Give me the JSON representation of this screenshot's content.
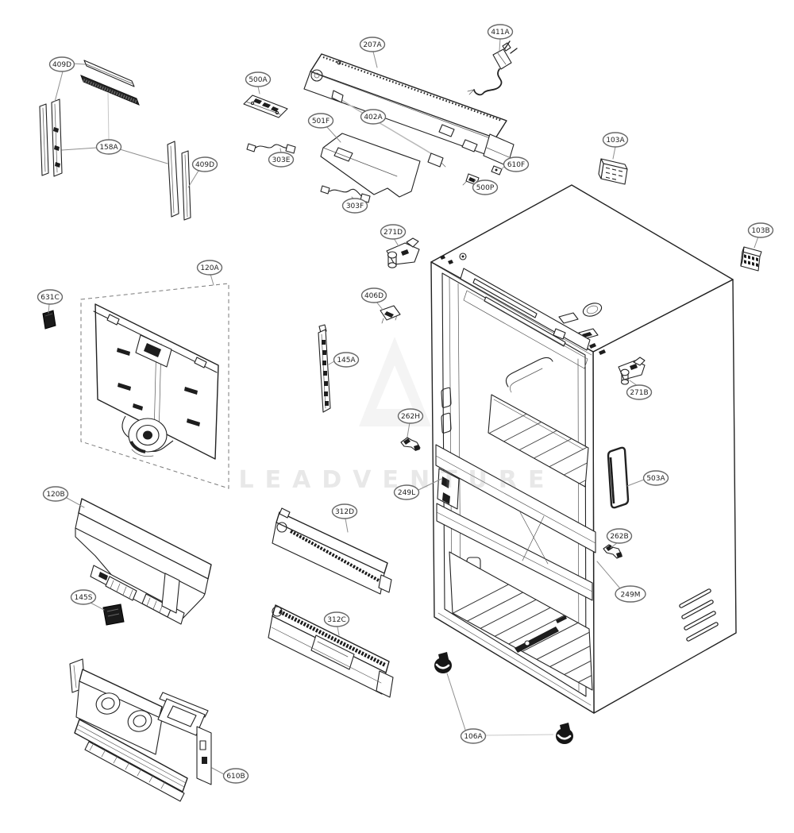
{
  "watermark": {
    "text": "LEADVENTURE"
  },
  "parts": [
    {
      "code": "409D"
    },
    {
      "code": "158A"
    },
    {
      "code": "409D"
    },
    {
      "code": "500A"
    },
    {
      "code": "207A"
    },
    {
      "code": "402A"
    },
    {
      "code": "501F"
    },
    {
      "code": "303E"
    },
    {
      "code": "303F"
    },
    {
      "code": "411A"
    },
    {
      "code": "103A"
    },
    {
      "code": "610F"
    },
    {
      "code": "500P"
    },
    {
      "code": "271D"
    },
    {
      "code": "103B"
    },
    {
      "code": "120A"
    },
    {
      "code": "631C"
    },
    {
      "code": "406D"
    },
    {
      "code": "145A"
    },
    {
      "code": "262H"
    },
    {
      "code": "271B"
    },
    {
      "code": "503A"
    },
    {
      "code": "249L"
    },
    {
      "code": "312D"
    },
    {
      "code": "262B"
    },
    {
      "code": "249M"
    },
    {
      "code": "120B"
    },
    {
      "code": "145S"
    },
    {
      "code": "312C"
    },
    {
      "code": "106A"
    },
    {
      "code": "610B"
    }
  ]
}
